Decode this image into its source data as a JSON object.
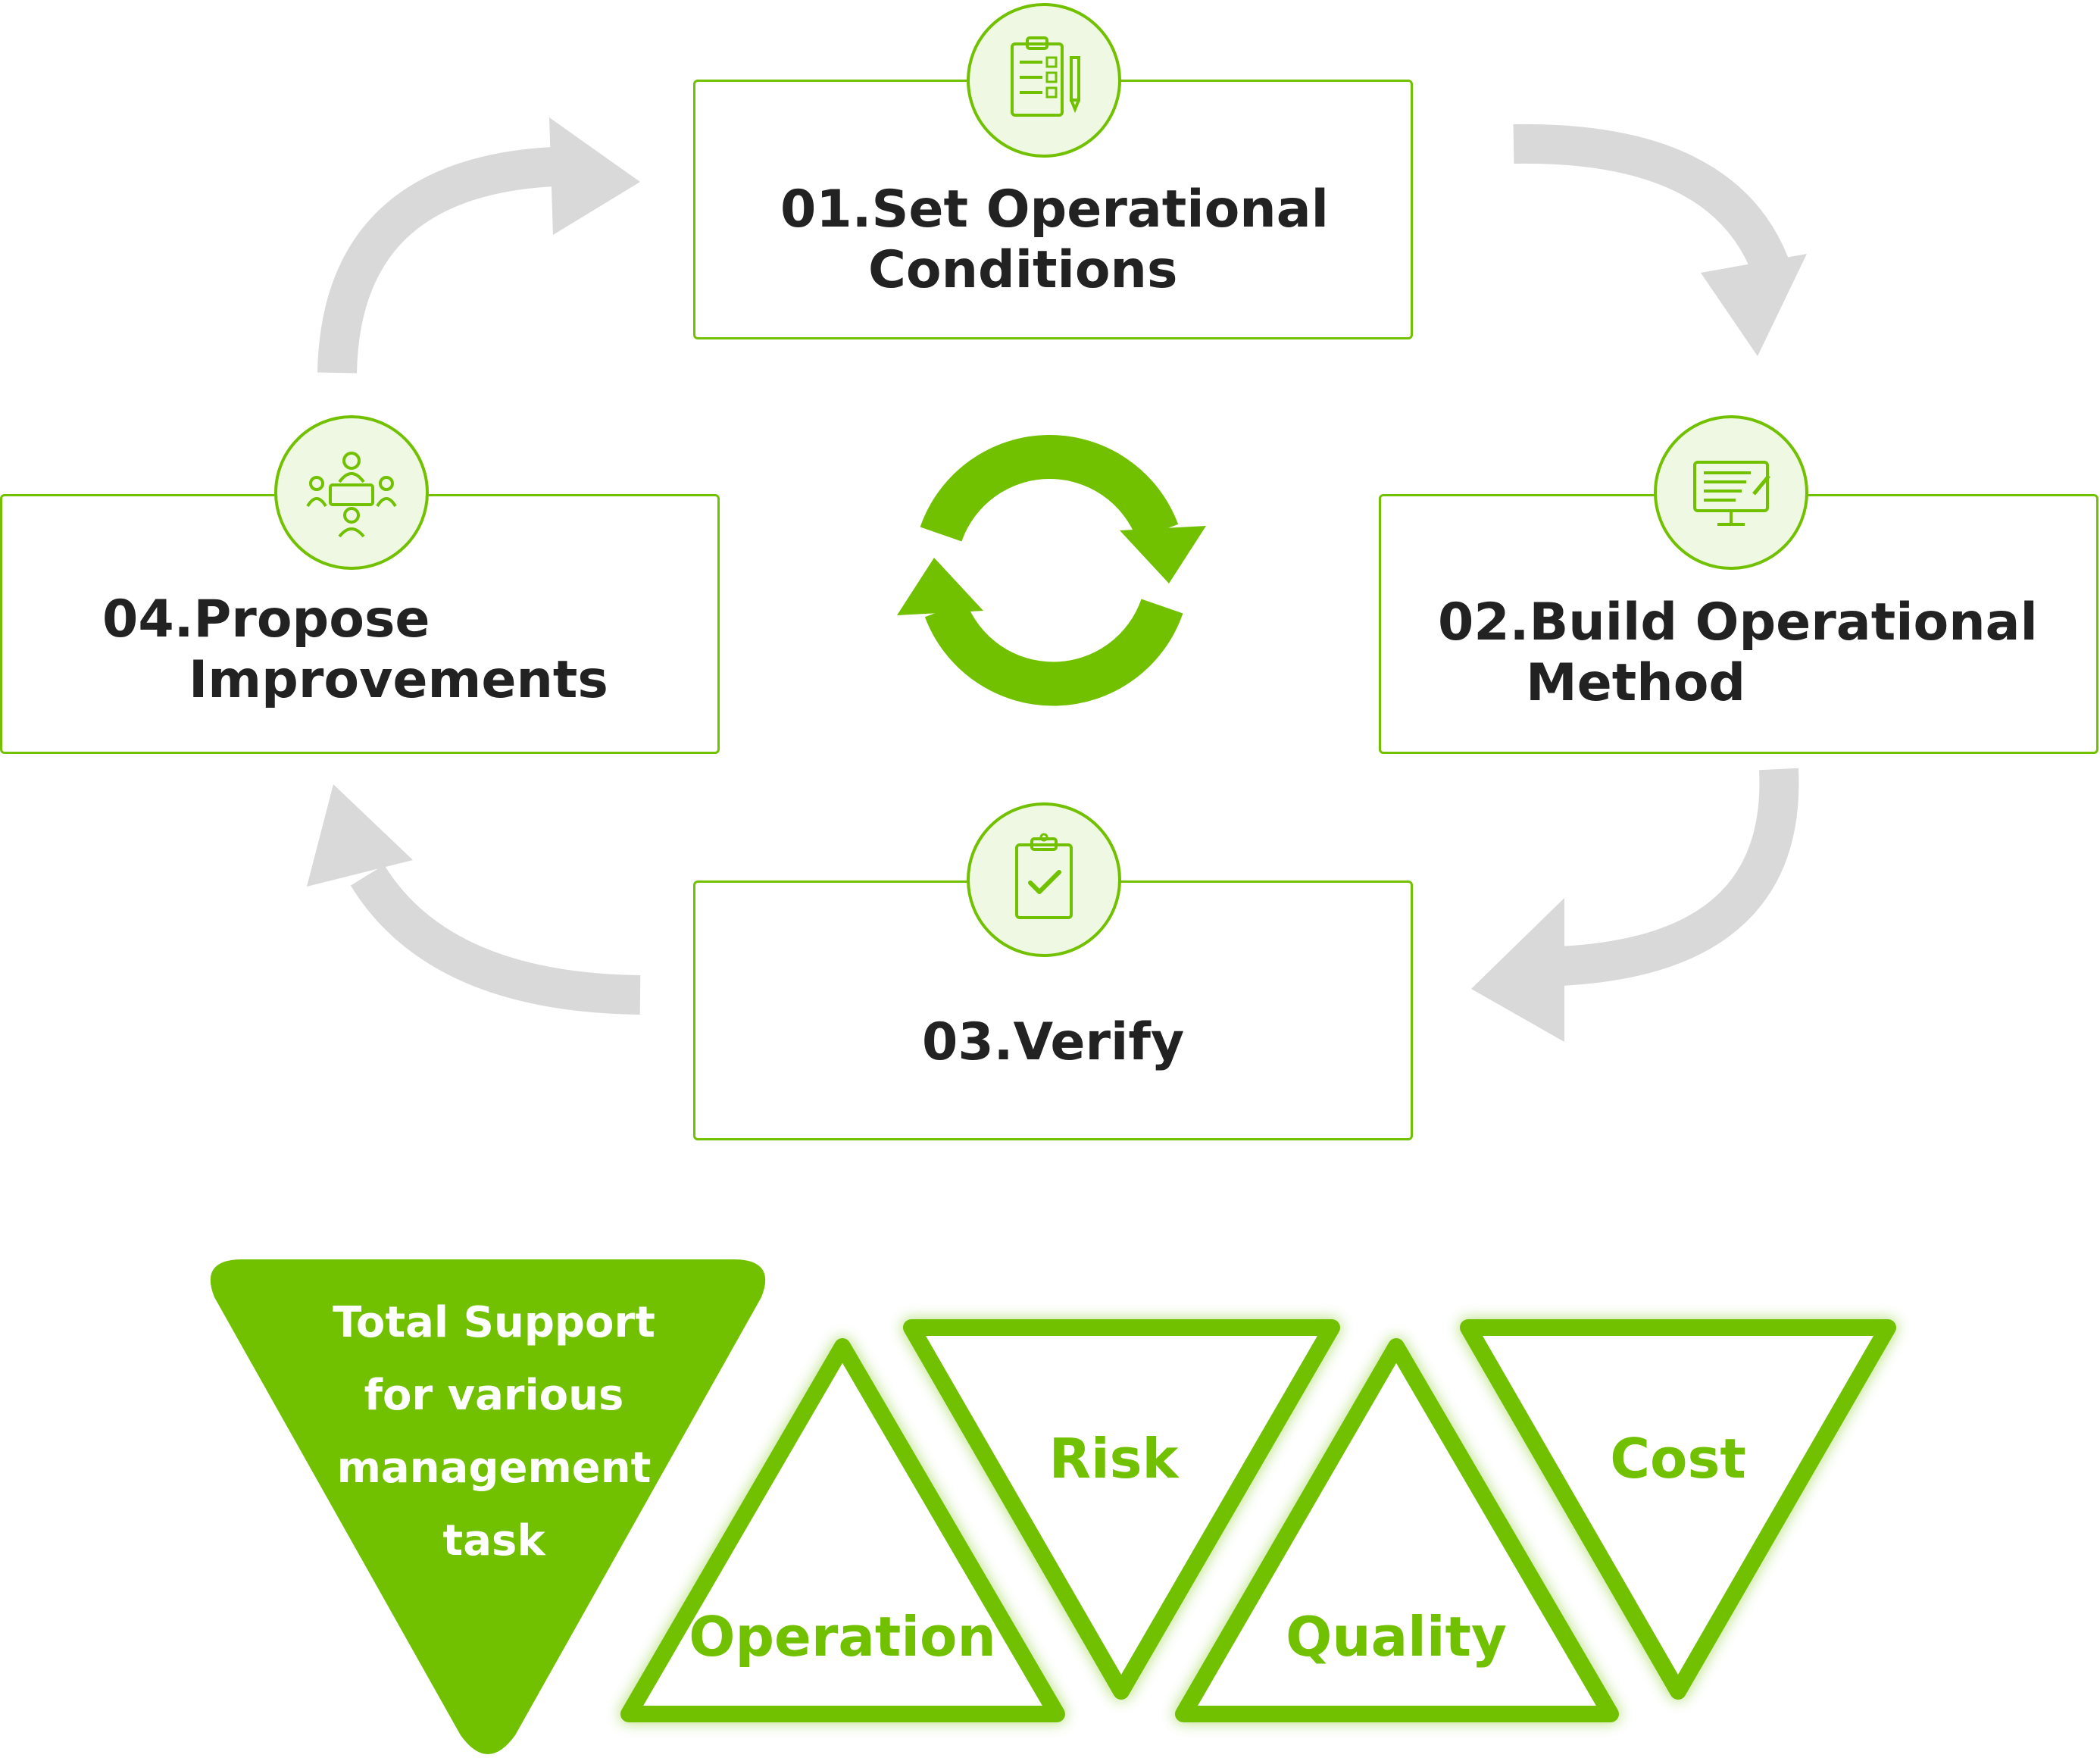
{
  "steps": [
    {
      "label_line1": "01.Set Operational",
      "label_line2": "Conditions",
      "icon": "checklist-clipboard-icon"
    },
    {
      "label_line1": "02.Build Operational",
      "label_line2": "Method",
      "icon": "computer-monitor-icon"
    },
    {
      "label_line1": "03.Verify",
      "icon": "clipboard-check-icon"
    },
    {
      "label_line1": "04.Propose",
      "label_line2": "Improvements",
      "icon": "team-meeting-icon"
    }
  ],
  "center_icon": "refresh-cycle-icon",
  "support": {
    "line1": "Total Support",
    "line2": "for various",
    "line3": "management",
    "line4": "task"
  },
  "categories": [
    "Operation",
    "Risk",
    "Quality",
    "Cost"
  ],
  "colors": {
    "accent": "#72c100",
    "arrow": "#d9d9d9",
    "text": "#222222",
    "icon_bg": "#eef8e2"
  }
}
